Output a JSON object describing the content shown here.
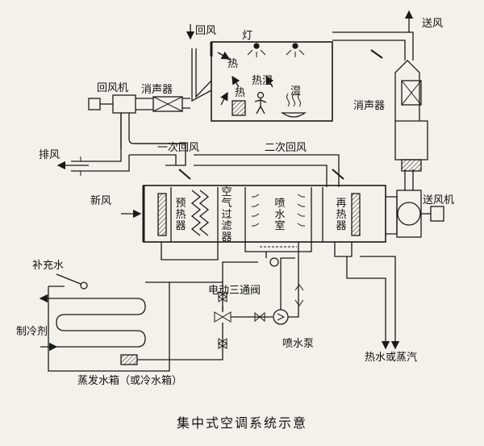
{
  "diagram": {
    "caption": "集中式空调系统示意",
    "labels": {
      "return_air_top": "回风",
      "supply_air": "送风",
      "lamp": "灯",
      "heat_1": "热",
      "heat_humid": "热湿",
      "heat_2": "热",
      "humid": "湿",
      "return_fan": "回风机",
      "silencer_left": "消声器",
      "silencer_right": "消声器",
      "exhaust": "排风",
      "primary_return": "一次回风",
      "secondary_return": "二次回风",
      "fresh_air": "新风",
      "supply_fan": "送风机",
      "preheater": "预热器",
      "air_filter": "空气过滤器",
      "spray_chamber": "喷水室",
      "reheater": "再热器",
      "makeup_water": "补充水",
      "refrigerant": "制冷剂",
      "electric_3way_valve": "电动三通阀",
      "spray_pump": "喷水泵",
      "hot_water_or_steam": "热水或蒸汽",
      "evaporator_tank": "蒸发水箱（或冷水箱）"
    }
  }
}
